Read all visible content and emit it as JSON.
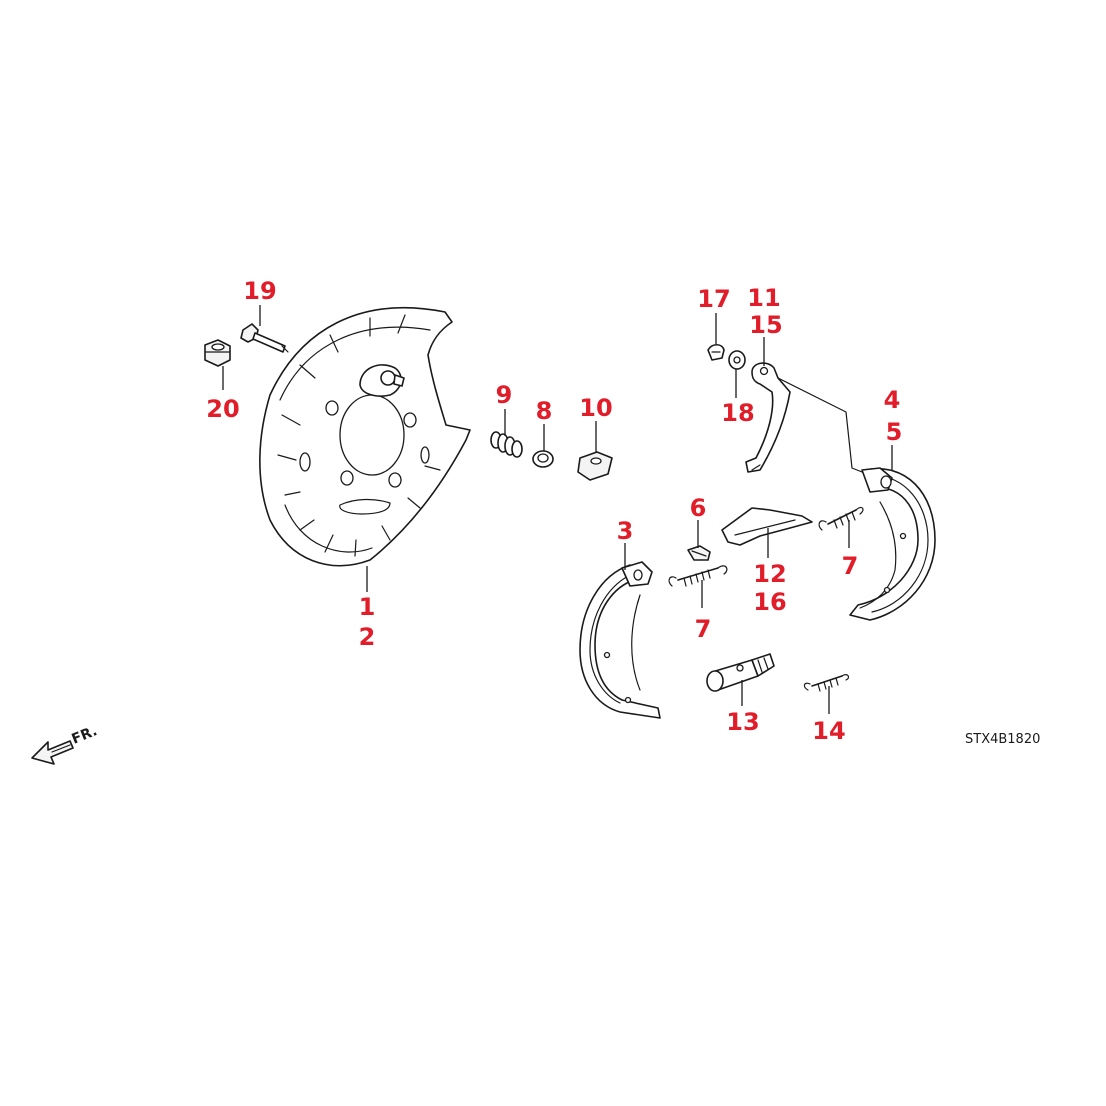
{
  "diagram": {
    "code": "STX4B1820",
    "direction_label": "FR.",
    "callouts": {
      "c1": "1",
      "c2": "2",
      "c3": "3",
      "c4": "4",
      "c5": "5",
      "c6": "6",
      "c7a": "7",
      "c7b": "7",
      "c8": "8",
      "c9": "9",
      "c10": "10",
      "c11": "11",
      "c12": "12",
      "c13": "13",
      "c14": "14",
      "c15": "15",
      "c16": "16",
      "c17": "17",
      "c18": "18",
      "c19": "19",
      "c20": "20"
    },
    "colors": {
      "callout": "#e11d2a",
      "line": "#1a1a1a"
    }
  }
}
